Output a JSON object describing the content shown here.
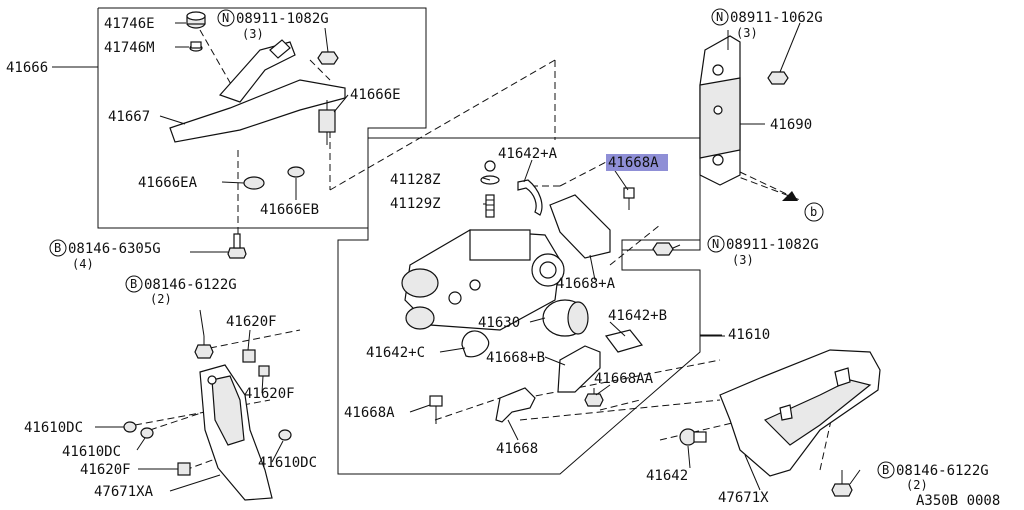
{
  "labels": {
    "p41746E": "41746E",
    "p41746M": "41746M",
    "p41666": "41666",
    "p41667": "41667",
    "p41666E": "41666E",
    "p41666EA": "41666EA",
    "p41666EB": "41666EB",
    "p41642A": "41642+A",
    "p41668A": "41668A",
    "p41128Z": "41128Z",
    "p41129Z": "41129Z",
    "p41668pA": "41668+A",
    "p41630": "41630",
    "p41642B": "41642+B",
    "p41642C": "41642+C",
    "p41668pB": "41668+B",
    "p41668AA": "41668AA",
    "p41668Abolt": "41668A",
    "p41668": "41668",
    "p41610": "41610",
    "p41690": "41690",
    "p41620F_a": "41620F",
    "p41620F_b": "41620F",
    "p41610DC_a": "41610DC",
    "p41610DC_b": "41610DC",
    "p41610DC_c": "41610DC",
    "p41620F_c": "41620F",
    "p47671XA": "47671XA",
    "p41642": "41642",
    "p47671X": "47671X"
  },
  "fasteners": {
    "n1": {
      "mark": "N",
      "code": "08911-1082G",
      "qty": "(3)"
    },
    "n2": {
      "mark": "N",
      "code": "08911-1062G",
      "qty": "(3)"
    },
    "n3": {
      "mark": "N",
      "code": "08911-1082G",
      "qty": "(3)"
    },
    "b1": {
      "mark": "B",
      "code": "08146-6305G",
      "qty": "(4)"
    },
    "b2": {
      "mark": "B",
      "code": "08146-6122G",
      "qty": "(2)"
    },
    "b3": {
      "mark": "B",
      "code": "08146-6122G",
      "qty": "(2)"
    }
  },
  "reference": {
    "mark": "b"
  },
  "diagram_code": "A350B 0008",
  "colors": {
    "highlight": "#8f8fd6",
    "line": "#111111"
  }
}
